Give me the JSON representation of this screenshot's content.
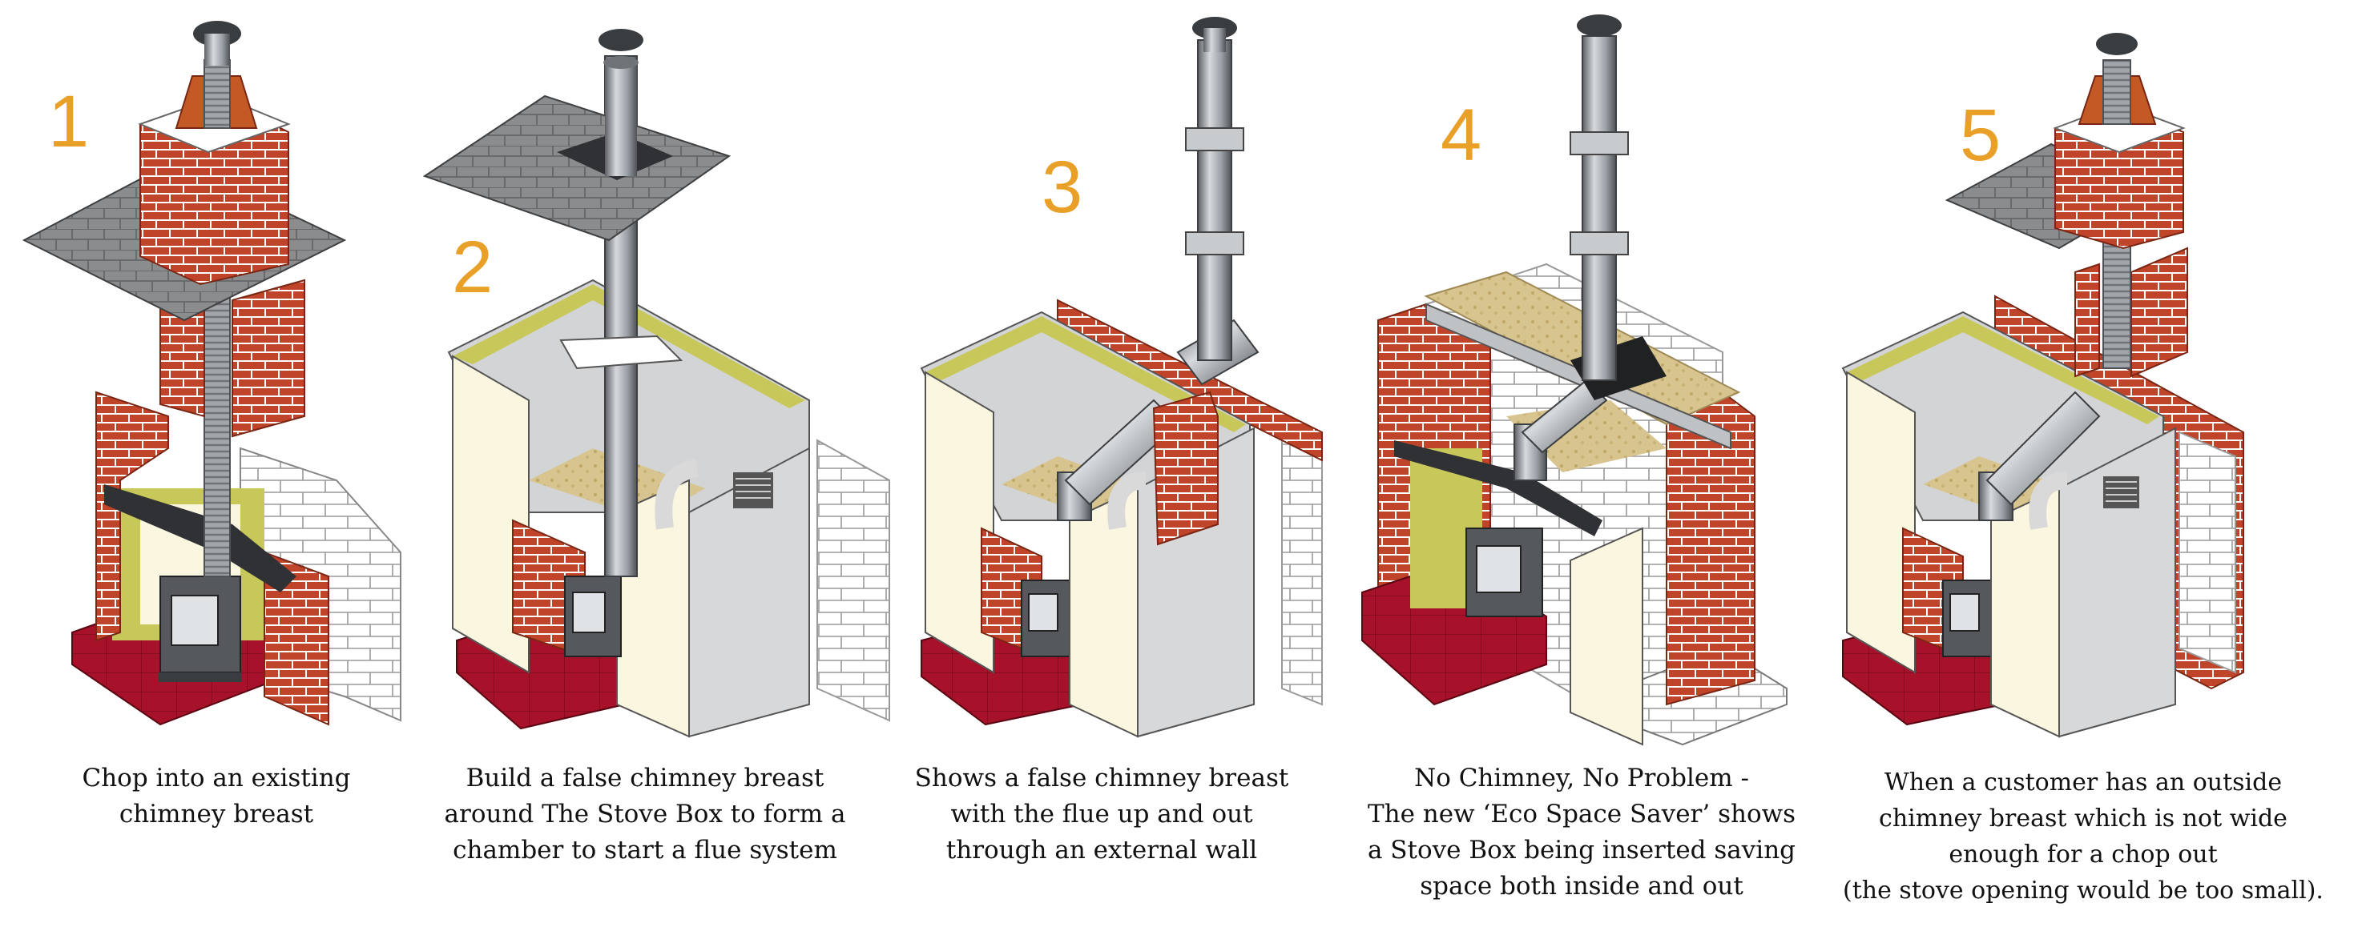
{
  "panels": [
    {
      "number": "1",
      "caption": [
        "Chop into an existing",
        "chimney breast"
      ]
    },
    {
      "number": "2",
      "caption": [
        "Build a false chimney breast",
        "around The Stove Box to form a",
        "chamber to start a flue system"
      ]
    },
    {
      "number": "3",
      "caption": [
        "Shows a false chimney breast",
        "with the flue up and out",
        "through an external wall"
      ]
    },
    {
      "number": "4",
      "caption": [
        "No Chimney, No Problem -",
        "The new ‘Eco Space Saver’ shows",
        "a Stove Box being inserted saving",
        "space both inside and out"
      ]
    },
    {
      "number": "5",
      "caption": [
        "When a customer has an outside",
        "chimney breast which is not wide",
        "enough for a chop out",
        "(the stove opening would be too small)."
      ]
    }
  ],
  "colors": {
    "number": "#e9a029",
    "brick": "#c0442a",
    "mortar": "#ffffff",
    "floor": "#a8112a",
    "slate": "#8a8c8e",
    "flue": "#9ea2a6",
    "stove": "#55585c",
    "insulation": "#d8c48f",
    "panel": "#fbf6df",
    "frame": "#c8c85a"
  },
  "icons": [
    "brick-pattern",
    "slate-roof",
    "flue-pipe",
    "wood-stove",
    "wall-bracket"
  ]
}
